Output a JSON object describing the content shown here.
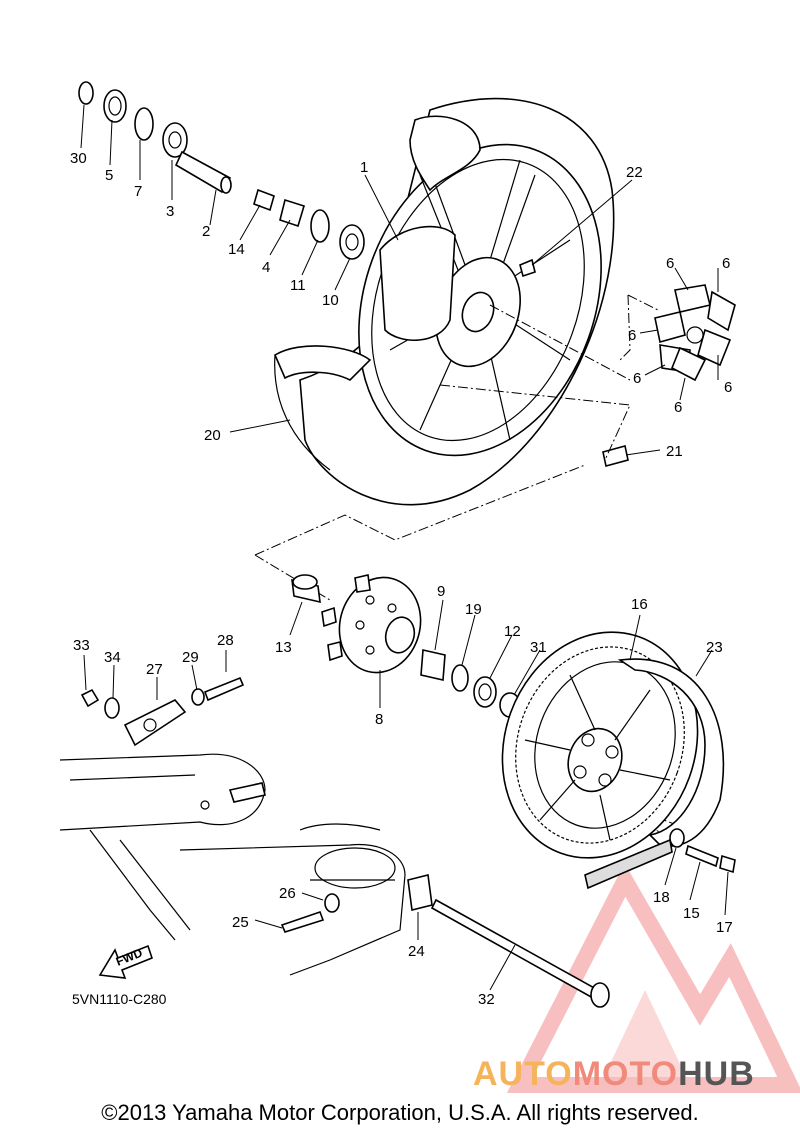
{
  "diagram": {
    "code": "5VN1110-C280",
    "fwd_label": "FWD",
    "labels": [
      "1",
      "2",
      "3",
      "4",
      "5",
      "6",
      "6",
      "6",
      "6",
      "6",
      "6",
      "7",
      "8",
      "9",
      "10",
      "11",
      "12",
      "13",
      "14",
      "15",
      "16",
      "17",
      "18",
      "19",
      "20",
      "21",
      "22",
      "23",
      "24",
      "25",
      "26",
      "27",
      "28",
      "29",
      "30",
      "31",
      "32",
      "33",
      "34"
    ]
  },
  "watermark": {
    "part1": "AUTO",
    "part2": "MOTO",
    "part3": "HUB",
    "colors": {
      "auto": "#f5b35a",
      "moto": "#f08a7a",
      "hub": "#555555",
      "logo": "#f28b8b"
    }
  },
  "copyright": "©2013 Yamaha Motor Corporation, U.S.A. All rights reserved."
}
